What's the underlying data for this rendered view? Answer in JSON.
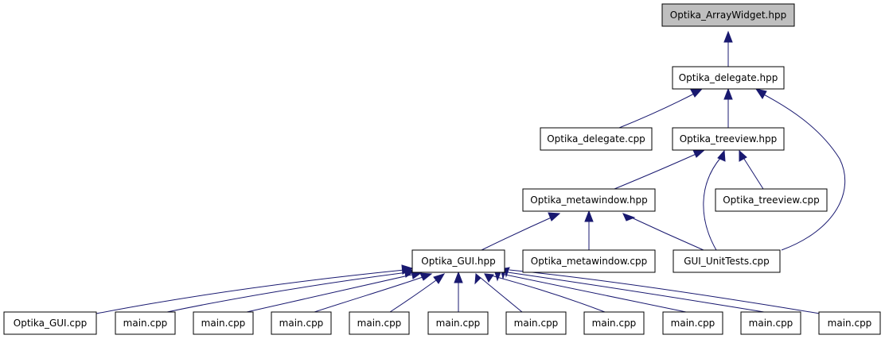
{
  "diagram": {
    "type": "include-dependency-graph",
    "colors": {
      "root_fill": "#bfbfbf",
      "node_fill": "#ffffff",
      "node_border": "#000000",
      "edge": "#191970"
    },
    "nodes": [
      {
        "id": "n0",
        "label": "Optika_ArrayWidget.hpp",
        "root": true
      },
      {
        "id": "n1",
        "label": "Optika_delegate.hpp"
      },
      {
        "id": "n2",
        "label": "Optika_delegate.cpp"
      },
      {
        "id": "n3",
        "label": "Optika_treeview.hpp"
      },
      {
        "id": "n4",
        "label": "Optika_metawindow.hpp"
      },
      {
        "id": "n5",
        "label": "Optika_treeview.cpp"
      },
      {
        "id": "n6",
        "label": "Optika_GUI.hpp"
      },
      {
        "id": "n7",
        "label": "Optika_metawindow.cpp"
      },
      {
        "id": "n8",
        "label": "GUI_UnitTests.cpp"
      },
      {
        "id": "n9",
        "label": "Optika_GUI.cpp"
      },
      {
        "id": "n10",
        "label": "main.cpp"
      },
      {
        "id": "n11",
        "label": "main.cpp"
      },
      {
        "id": "n12",
        "label": "main.cpp"
      },
      {
        "id": "n13",
        "label": "main.cpp"
      },
      {
        "id": "n14",
        "label": "main.cpp"
      },
      {
        "id": "n15",
        "label": "main.cpp"
      },
      {
        "id": "n16",
        "label": "main.cpp"
      },
      {
        "id": "n17",
        "label": "main.cpp"
      },
      {
        "id": "n18",
        "label": "main.cpp"
      },
      {
        "id": "n19",
        "label": "main.cpp"
      }
    ],
    "edges": [
      {
        "from": "n1",
        "to": "n0"
      },
      {
        "from": "n2",
        "to": "n1"
      },
      {
        "from": "n3",
        "to": "n1"
      },
      {
        "from": "n8",
        "to": "n1"
      },
      {
        "from": "n4",
        "to": "n3"
      },
      {
        "from": "n5",
        "to": "n3"
      },
      {
        "from": "n8",
        "to": "n3"
      },
      {
        "from": "n6",
        "to": "n4"
      },
      {
        "from": "n7",
        "to": "n4"
      },
      {
        "from": "n8",
        "to": "n4"
      },
      {
        "from": "n9",
        "to": "n6"
      },
      {
        "from": "n10",
        "to": "n6"
      },
      {
        "from": "n11",
        "to": "n6"
      },
      {
        "from": "n12",
        "to": "n6"
      },
      {
        "from": "n13",
        "to": "n6"
      },
      {
        "from": "n14",
        "to": "n6"
      },
      {
        "from": "n15",
        "to": "n6"
      },
      {
        "from": "n16",
        "to": "n6"
      },
      {
        "from": "n17",
        "to": "n6"
      },
      {
        "from": "n18",
        "to": "n6"
      },
      {
        "from": "n19",
        "to": "n6"
      }
    ]
  }
}
